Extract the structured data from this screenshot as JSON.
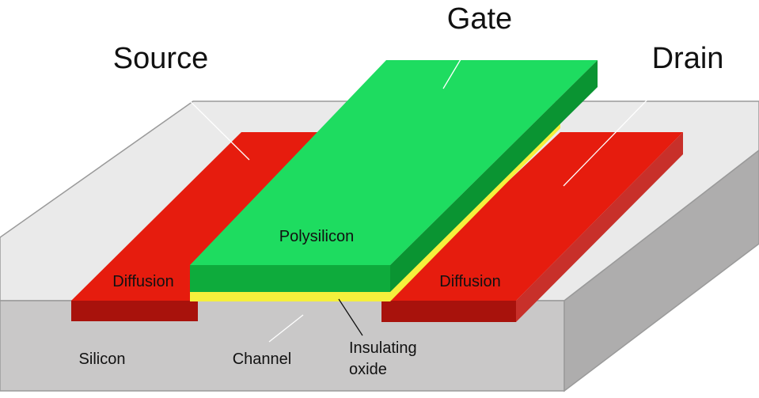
{
  "labels": {
    "gate": "Gate",
    "source": "Source",
    "drain": "Drain",
    "polysilicon": "Polysilicon",
    "diffusion_left": "Diffusion",
    "diffusion_right": "Diffusion",
    "silicon": "Silicon",
    "channel": "Channel",
    "insulating_oxide_line1": "Insulating",
    "insulating_oxide_line2": "oxide"
  },
  "colors": {
    "substrate_top": "#eaeaea",
    "substrate_front": "#c9c8c8",
    "substrate_side": "#aeadad",
    "diffusion_top": "#e61c0e",
    "diffusion_front": "#a8120c",
    "diffusion_side": "#c8302a",
    "gate_top": "#1edc60",
    "gate_front": "#0eab3c",
    "gate_side": "#0a9432",
    "oxide": "#f5f03c"
  }
}
